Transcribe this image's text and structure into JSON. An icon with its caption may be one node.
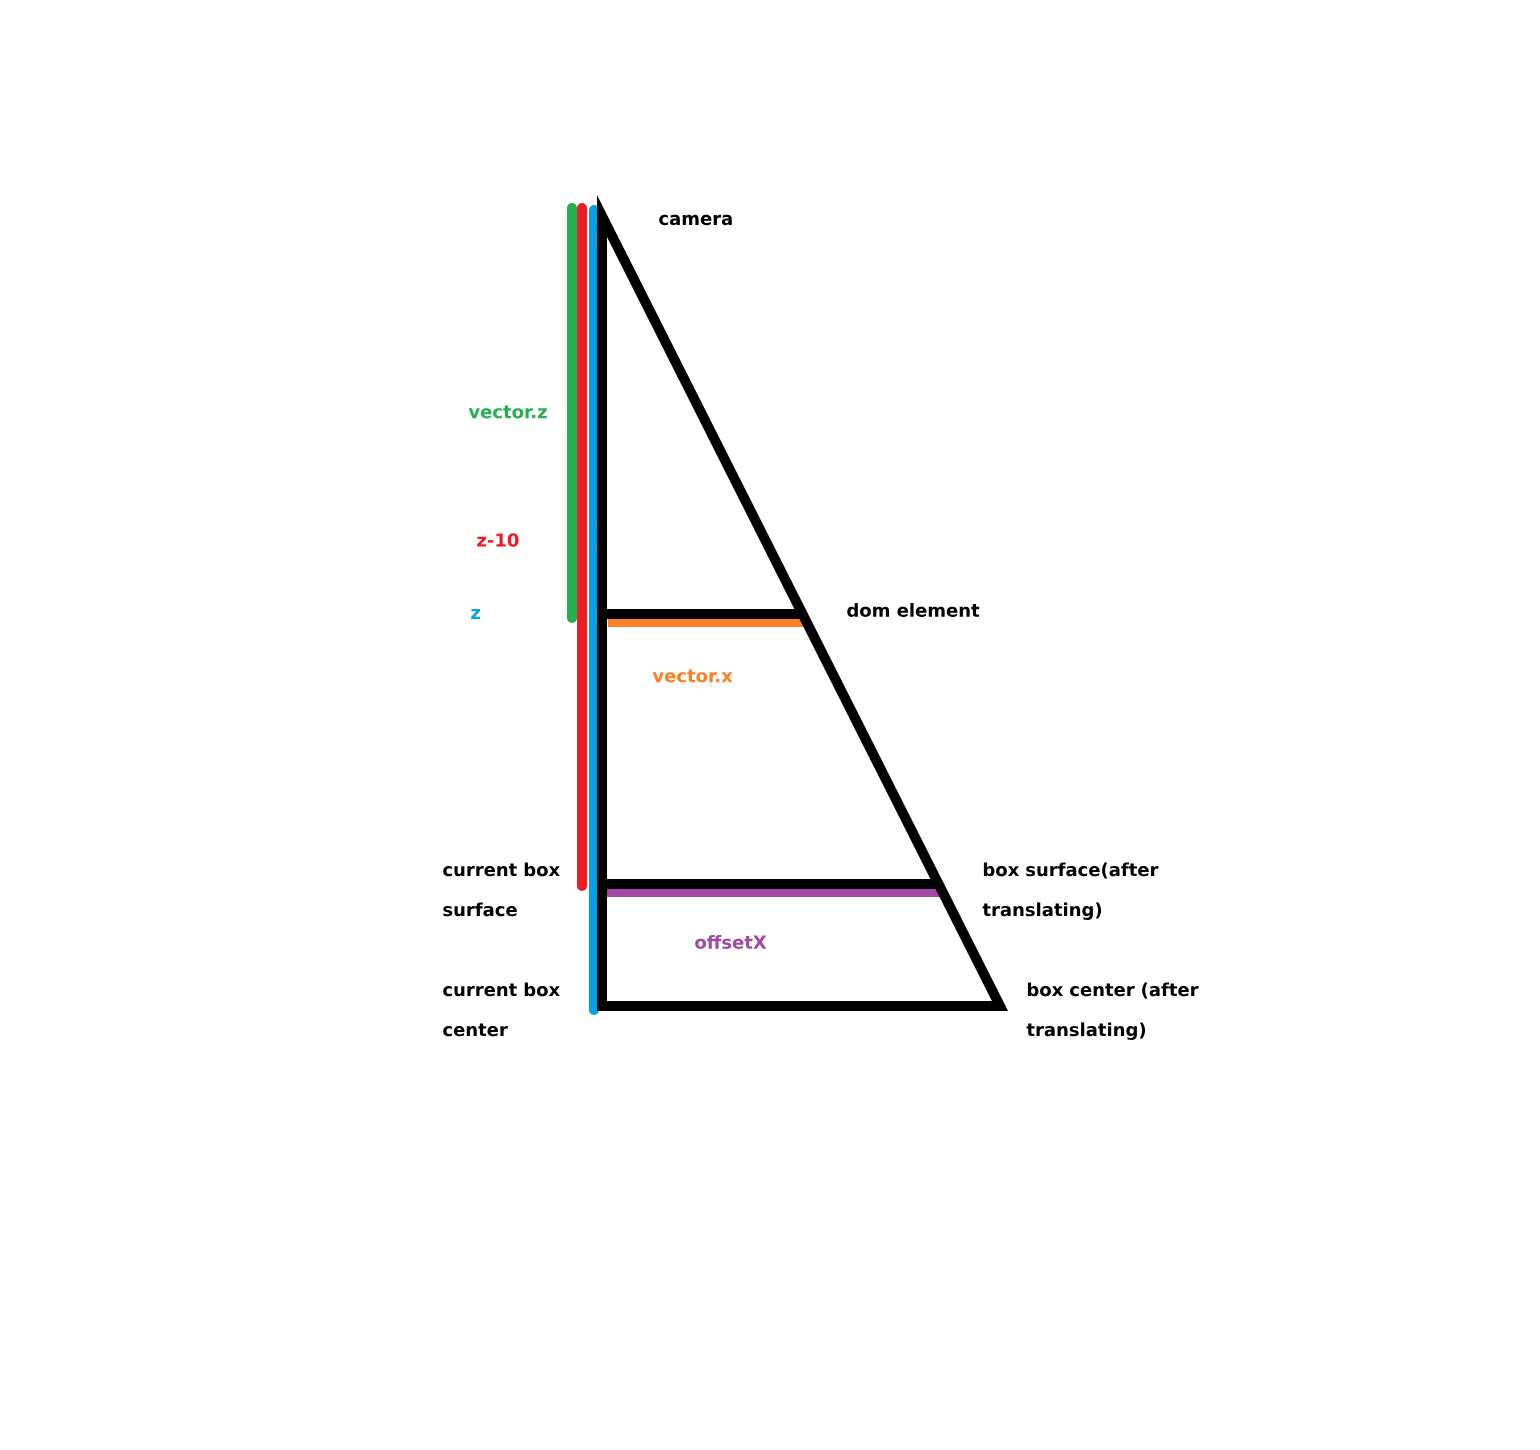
{
  "diagram": {
    "labels": [
      "camera",
      "vector.z",
      "z-10",
      "z",
      "dom element",
      "vector.x",
      "current box surface",
      "box surface(after translating)",
      "offsetX",
      "current box center",
      "box center (after translating)"
    ]
  }
}
